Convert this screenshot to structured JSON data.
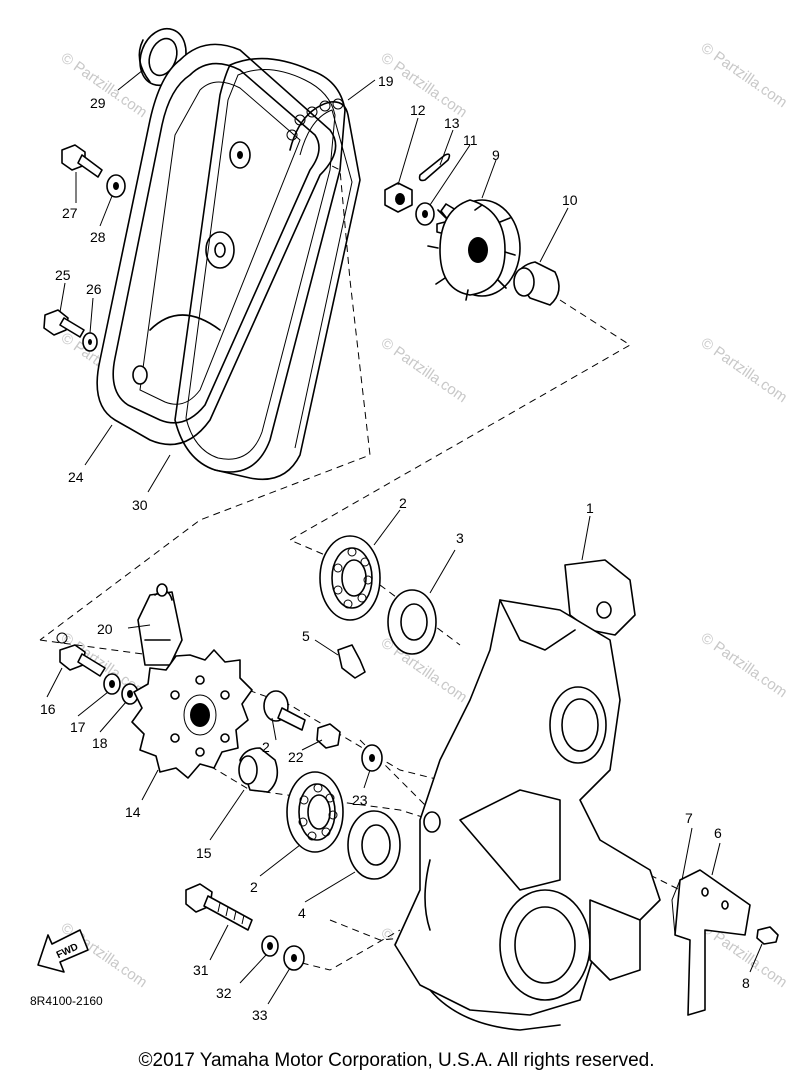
{
  "diagram": {
    "code": "8R4100-2160",
    "fwd_label": "FWD",
    "watermark": "© Partzilla.com",
    "callouts": {
      "c1": "1",
      "c2a": "2",
      "c2b": "2",
      "c2c": "2",
      "c3": "3",
      "c4": "4",
      "c5": "5",
      "c6": "6",
      "c7": "7",
      "c8": "8",
      "c9": "9",
      "c10": "10",
      "c11": "11",
      "c12": "12",
      "c13": "13",
      "c14": "14",
      "c15": "15",
      "c16": "16",
      "c17": "17",
      "c18": "18",
      "c19": "19",
      "c20": "20",
      "c22": "22",
      "c23": "23",
      "c24": "24",
      "c25": "25",
      "c26": "26",
      "c27": "27",
      "c28": "28",
      "c29": "29",
      "c30": "30",
      "c31": "31",
      "c32": "32",
      "c33": "33"
    }
  },
  "footer": {
    "copyright": "©2017 Yamaha Motor Corporation, U.S.A. All rights reserved."
  }
}
